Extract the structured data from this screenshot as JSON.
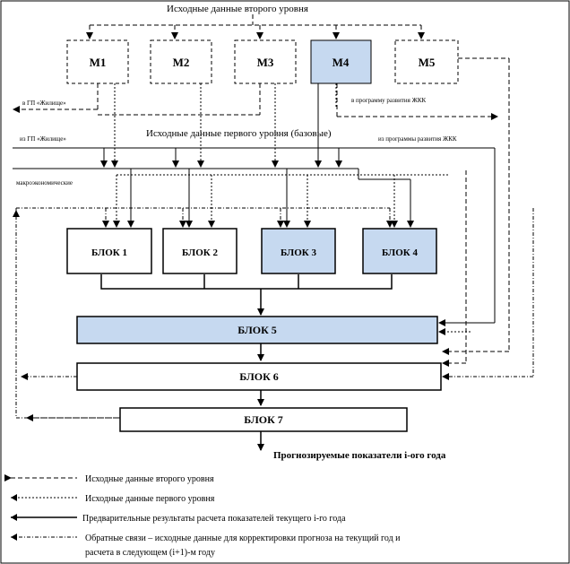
{
  "top_title": "Исходные данные второго уровня",
  "middle_title": "Исходные данные первого уровня (базовые)",
  "models": [
    {
      "label": "М1",
      "highlight": false
    },
    {
      "label": "М2",
      "highlight": false
    },
    {
      "label": "М3",
      "highlight": false
    },
    {
      "label": "М4",
      "highlight": true
    },
    {
      "label": "М5",
      "highlight": false
    }
  ],
  "side_labels": {
    "to_gp_left": "в ГП «Жилище»",
    "to_program_right": "в программу развития ЖКК",
    "from_gp_left": "из ГП «Жилище»",
    "from_program_right": "из программы развития ЖКК",
    "macro": "макроэкономические"
  },
  "blocks": [
    {
      "label": "БЛОК  1",
      "highlight": false
    },
    {
      "label": "БЛОК  2",
      "highlight": false
    },
    {
      "label": "БЛОК  3",
      "highlight": true
    },
    {
      "label": "БЛОК  4",
      "highlight": true
    }
  ],
  "block5": {
    "label": "БЛОК 5",
    "highlight": true
  },
  "block6": {
    "label": "БЛОК 6",
    "highlight": false
  },
  "block7": {
    "label": "БЛОК 7",
    "highlight": false
  },
  "output_label": "Прогнозируемые показатели  i-ого года",
  "legend": [
    {
      "style": "dashed",
      "text": "Исходные  данные  второго уровня"
    },
    {
      "style": "dotted",
      "text": "Исходные  данные  первого уровня"
    },
    {
      "style": "solid",
      "text": "Предварительные результаты расчета показателей текущего i-го года"
    },
    {
      "style": "feedback",
      "text": "Обратные  связи – исходные  данные для корректировки прогноза на текущий год и"
    },
    {
      "style": "none",
      "text": "расчета в следующем (i+1)-м году"
    }
  ],
  "colors": {
    "highlight_fill": "#c6d9f0",
    "box_fill": "#ffffff",
    "stroke": "#000000"
  }
}
